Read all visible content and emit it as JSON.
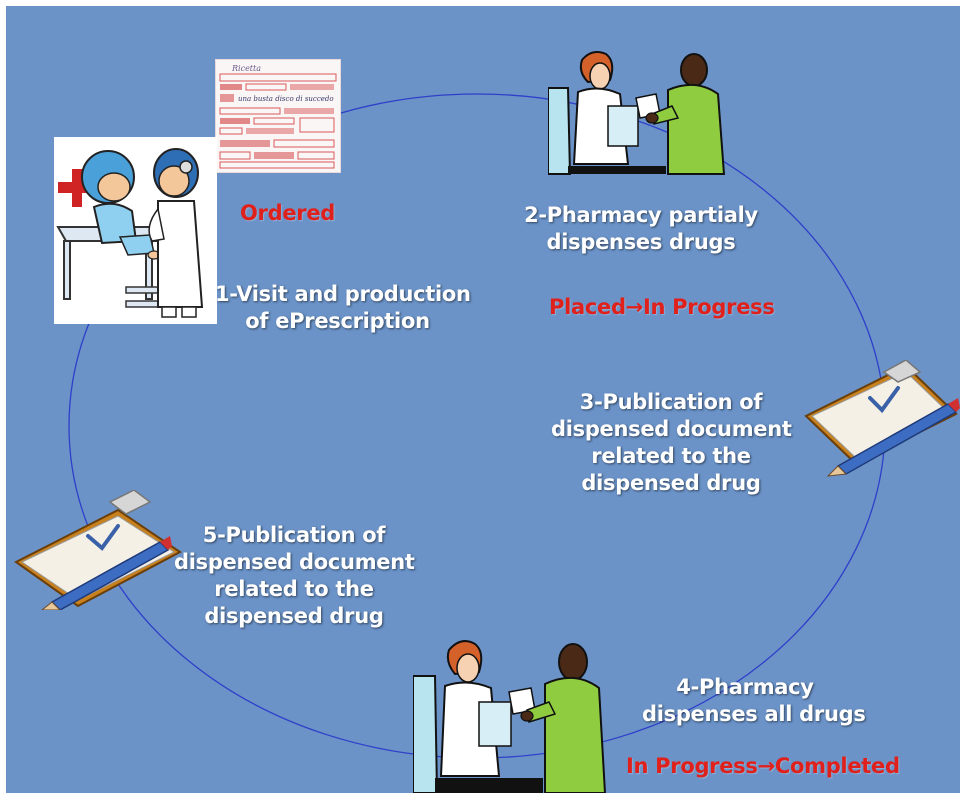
{
  "steps": {
    "step1": {
      "line1": "1-Visit and production",
      "line2": "of ePrescription"
    },
    "step2": {
      "line1": "2-Pharmacy partialy",
      "line2": "dispenses drugs"
    },
    "step3": {
      "line1": "3-Publication of",
      "line2": "dispensed document",
      "line3": "related to the",
      "line4": "dispensed drug"
    },
    "step4": {
      "line1": "4-Pharmacy",
      "line2": "dispenses all drugs"
    },
    "step5": {
      "line1": "5-Publication of",
      "line2": "dispensed document",
      "line3": "related to the",
      "line4": "dispensed drug"
    }
  },
  "statuses": {
    "ordered": "Ordered",
    "placed_in_progress": "Placed→In Progress",
    "in_progress_completed": "In Progress→Completed"
  },
  "prescription_form": {
    "header_text": "Ricetta",
    "handwriting": "una busta disco di succedo"
  },
  "colors": {
    "background": "#6b93c8",
    "cycle_line": "#2f3fc9",
    "label_text": "#ffffff",
    "status_text": "#e0201b"
  },
  "icons": {
    "doctor_visit": "doctor-patient-illustration",
    "prescription": "prescription-form-image",
    "pharmacy": "pharmacist-customer-illustration",
    "clipboard": "clipboard-checkmark-pencil-icon"
  }
}
